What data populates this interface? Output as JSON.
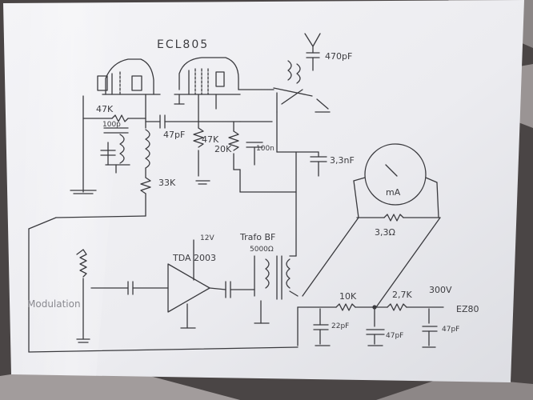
{
  "diagram": {
    "title": "ECL805",
    "labels": {
      "cap_470pf": "470pF",
      "r_47k_left": "47K",
      "cap_100p_left": "100p",
      "cap_47pf": "47pF",
      "r_47k_mid": "47K",
      "r_20k": "20K",
      "cap_100n": "100n",
      "cap_3n3": "3,3nF",
      "r_33k": "33K",
      "meter": "mA",
      "r_3r3": "3,3Ω",
      "v12": "12V",
      "tda": "TDA 2003",
      "trafo": "Trafo BF",
      "ohm_5000": "5000Ω",
      "modulation": "Modulation",
      "r_10k": "10K",
      "r_2k7": "2,7K",
      "v300": "300V",
      "ez80": "EZ80",
      "cap_22pf": "22pF",
      "cap_47pf_mid": "47pF",
      "cap_47pf_right": "47pF"
    }
  }
}
